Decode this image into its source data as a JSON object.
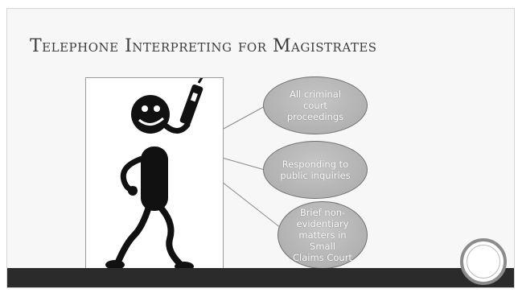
{
  "slide": {
    "title": "Telephone Interpreting for Magistrates"
  },
  "bubbles": [
    {
      "lines": [
        "All criminal court",
        "proceedings"
      ]
    },
    {
      "lines": [
        "Responding to",
        "public inquiries"
      ]
    },
    {
      "lines": [
        "Brief non-",
        "evidentiary",
        "matters in Small",
        "Claims Court"
      ]
    }
  ]
}
